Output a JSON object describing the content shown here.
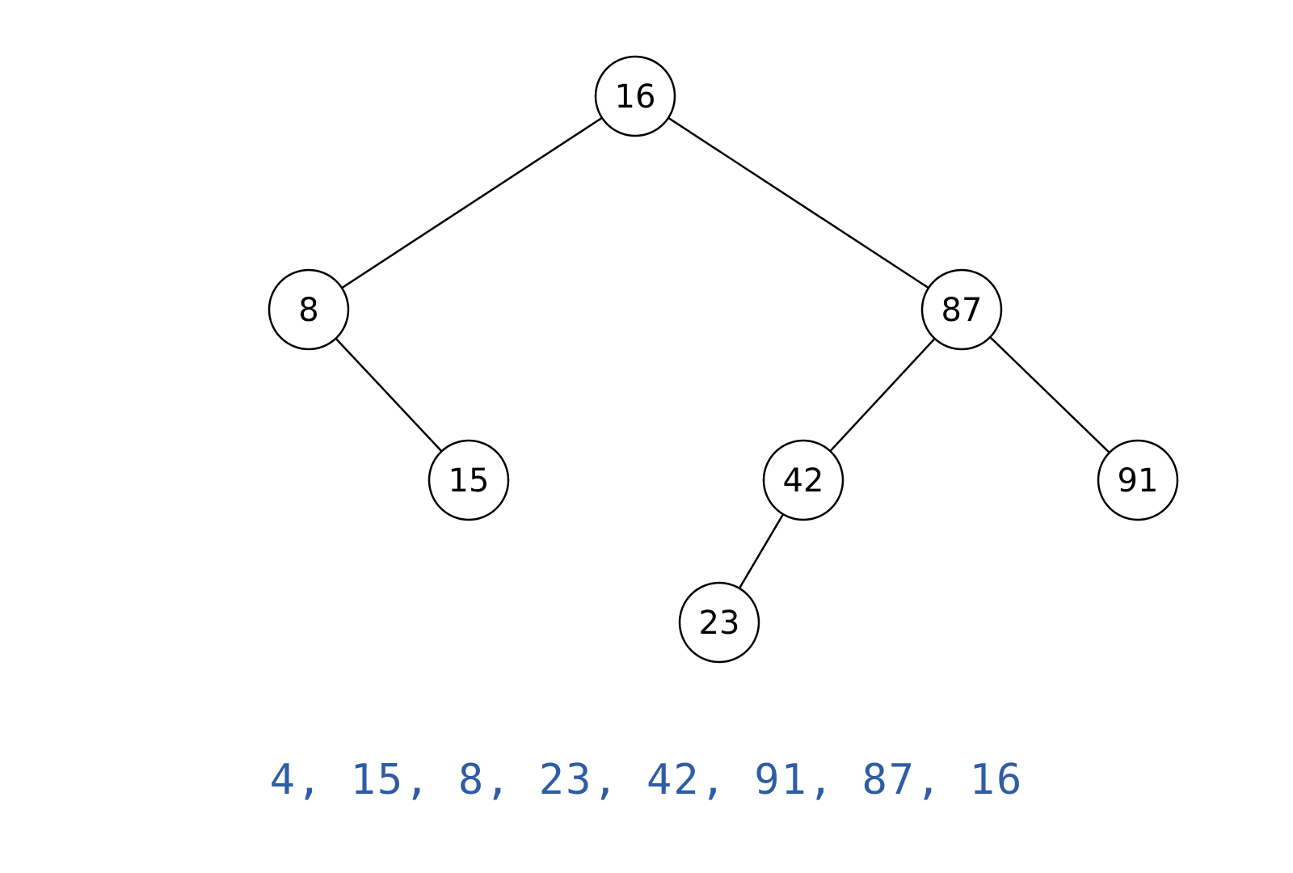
{
  "tree": {
    "nodes": [
      {
        "id": "n16",
        "label": "16"
      },
      {
        "id": "n8",
        "label": "8"
      },
      {
        "id": "n87",
        "label": "87"
      },
      {
        "id": "n15",
        "label": "15"
      },
      {
        "id": "n42",
        "label": "42"
      },
      {
        "id": "n91",
        "label": "91"
      },
      {
        "id": "n23",
        "label": "23"
      }
    ],
    "edges": [
      {
        "from": "n16",
        "to": "n8"
      },
      {
        "from": "n16",
        "to": "n87"
      },
      {
        "from": "n8",
        "to": "n15"
      },
      {
        "from": "n87",
        "to": "n42"
      },
      {
        "from": "n87",
        "to": "n91"
      },
      {
        "from": "n42",
        "to": "n23"
      }
    ]
  },
  "sequence": {
    "text": "4, 15, 8, 23, 42, 91, 87, 16"
  },
  "colors": {
    "sequence_text": "#2e5da4",
    "node_stroke": "#000000",
    "edge": "#000000"
  }
}
